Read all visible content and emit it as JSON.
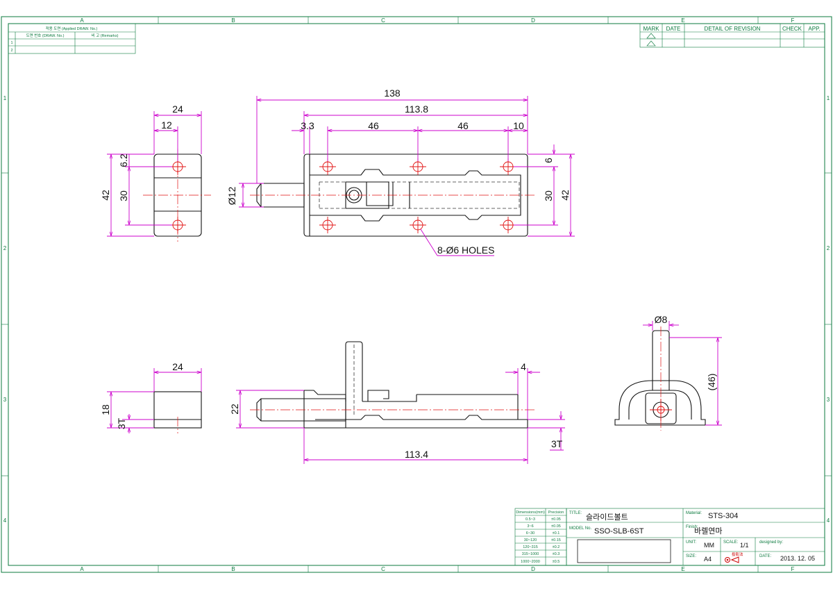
{
  "zones": {
    "columns": [
      "A",
      "B",
      "C",
      "D",
      "E",
      "F"
    ],
    "rows": [
      "1",
      "2",
      "3",
      "4"
    ]
  },
  "applied_drawing_table": {
    "title": "적용 도면 (Applied DRAW. No.)",
    "col1": "도면 번호 (DRAW. No.)",
    "col2": "비 고 (Remarks)",
    "row_numbers": [
      "1",
      "2"
    ]
  },
  "revision_table": {
    "headers": [
      "MARK",
      "DATE",
      "DETAIL OF REVISION",
      "CHECK",
      "APP."
    ]
  },
  "dimensions": {
    "top_left_width_24": "24",
    "top_left_half_12": "12",
    "top_left_offset_6_2": "6.2",
    "top_left_height_42": "42",
    "top_left_pitch_30": "30",
    "overall_138": "138",
    "plate_113_8": "113.8",
    "edge_3_3": "3.3",
    "pitch_46_a": "46",
    "pitch_46_b": "46",
    "edge_10": "10",
    "edge_6": "6",
    "right_pitch_30": "30",
    "right_height_42": "42",
    "rod_dia": "Ø12",
    "holes_note": "8-Ø6 HOLES",
    "side_width_24": "24",
    "side_height_18": "18",
    "side_thick_3t": "3T",
    "front_height_22": "22",
    "front_4": "4",
    "front_3t": "3T",
    "front_113_4": "113.4",
    "end_dia_8": "Ø8",
    "end_height_46": "(46)"
  },
  "tolerance_table": {
    "headers": [
      "Dimensions(mm)",
      "Precision"
    ],
    "rows": [
      [
        "0.5~3",
        "±0.05"
      ],
      [
        "3~6",
        "±0.05"
      ],
      [
        "6~30",
        "±0.1"
      ],
      [
        "30~120",
        "±0.15"
      ],
      [
        "120~315",
        "±0.2"
      ],
      [
        "315~1000",
        "±0.3"
      ],
      [
        "1000~2000",
        "±0.5"
      ]
    ]
  },
  "title_block": {
    "title_label": "TITLE:",
    "title": "슬라이드볼트",
    "model_label": "MODEL No.",
    "model": "SSO-SLB-6ST",
    "material_label": "Material:",
    "material": "STS-304",
    "finish_label": "Finish:",
    "finish": "바렐연마",
    "unit_label": "UNIT:",
    "unit": "MM",
    "scale_label": "SCALE:",
    "scale": "1/1",
    "designed_label": "designed by:",
    "size_label": "SIZE:",
    "size": "A4",
    "projection_label": "投影法",
    "date_label": "DATE:",
    "date": "2013. 12. 05"
  },
  "colors": {
    "frame": "#0b7a3e",
    "dimension": "#cc00cc",
    "centerline": "#e01010",
    "part": "#111111"
  }
}
